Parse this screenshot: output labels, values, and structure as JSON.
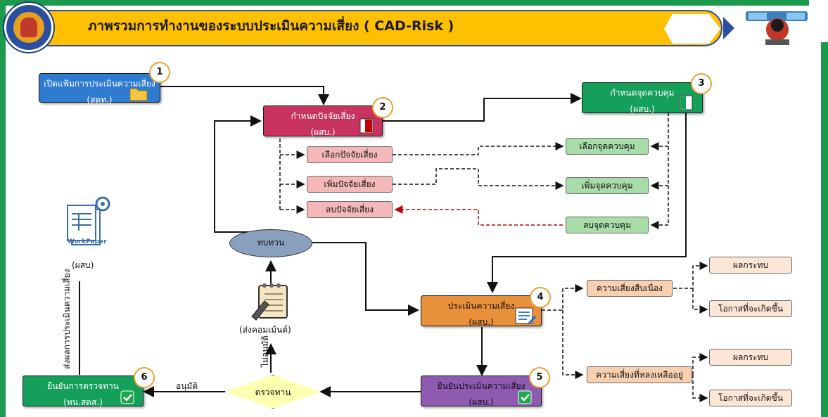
{
  "header": {
    "title": "ภาพรวมการทำงานของระบบประเมินความเสี่ยง ( CAD-Risk )"
  },
  "steps": [
    {
      "num": "1",
      "label": "เปิดแฟ้มการประเมินความเสี่ยง",
      "role": "(สตท.)"
    },
    {
      "num": "2",
      "label": "กำหนดปัจจัยเสี่ยง",
      "role": "(ผสบ.)"
    },
    {
      "num": "3",
      "label": "กำหนดจุดควบคุม",
      "role": "(ผสบ.)"
    },
    {
      "num": "4",
      "label": "ประเมินความเสี่ยง",
      "role": "(ผสบ.)"
    },
    {
      "num": "5",
      "label": "ยืนยันประเมินความเสี่ยง",
      "role": "(ผสบ.)"
    },
    {
      "num": "6",
      "label": "ยืนยันการตรวจทาน",
      "role": "(หน.สตส.)"
    }
  ],
  "risk_actions": [
    "เลือกปัจจัยเสี่ยง",
    "เพิ่มปัจจัยเสี่ยง",
    "ลบปัจจัยเสี่ยง"
  ],
  "control_actions": [
    "เลือกจุดควบคุม",
    "เพิ่มจุดควบคุม",
    "ลบจุดควบคุม"
  ],
  "review": "ทบทวน",
  "check": "ตรวจทาน",
  "outcomes": {
    "continuous": "ความเสี่ยงสืบเนื่อง",
    "residual": "ความเสี่ยงที่หลงเหลืออยู่",
    "impact": "ผลกระทบ",
    "likelihood": "โอกาสที่จะเกิดขึ้น"
  },
  "labels": {
    "comment": "(ส่งคอมเม้นต์)",
    "not_approved": "ไม่อนุมัติ",
    "approved": "อนุมัติ",
    "send_result": "ส่งผลการประเมินความเสี่ยง",
    "workpaper_role": "(ผสบ)",
    "workpaper": "WorkPaper"
  },
  "colors": {
    "frame": "#1a9a4a",
    "header": "#ffc000",
    "step1": "#2e7bd0",
    "step2": "#c8325e",
    "step3": "#14a05a",
    "step4": "#e8903a",
    "step5": "#8e5bb0",
    "step6": "#14a05a",
    "risk_sub": "#f4b8b8",
    "control_sub": "#a8dca8",
    "outcome": "#f8d0b0",
    "outcome_light": "#fde6d6"
  }
}
